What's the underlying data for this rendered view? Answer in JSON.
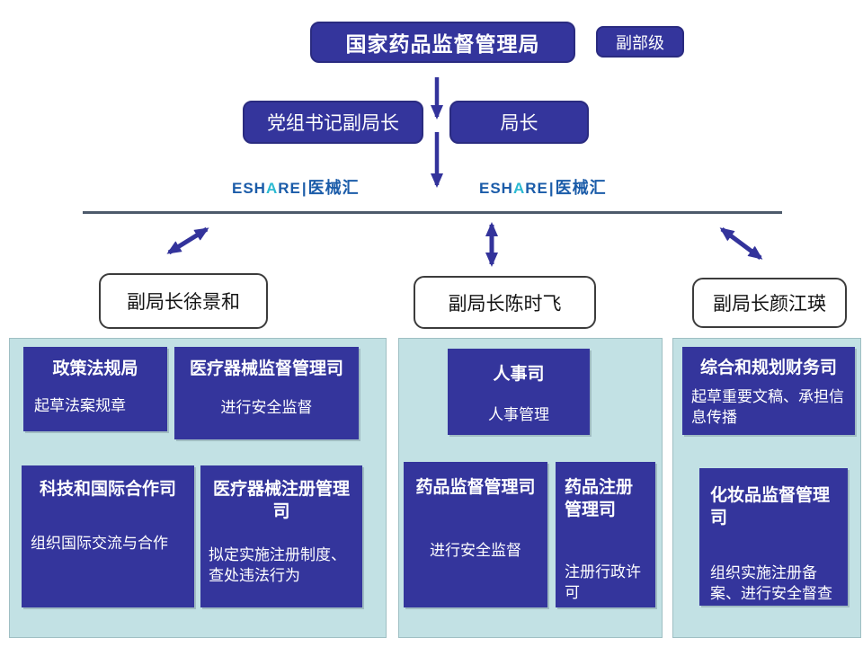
{
  "colors": {
    "box_blue": "#34359C",
    "box_border": "#2A2B80",
    "panel_light_blue": "#C2E1E4",
    "arrow_blue": "#33339B",
    "divider_gray": "#4D5A6B",
    "logo_blue": "#1B5CA9",
    "logo_cyan": "#2BBAD2",
    "deputy_border": "#3C3C3C"
  },
  "top": {
    "agency": "国家药品监督管理局",
    "rank": "副部级"
  },
  "level2": {
    "party_secretary": "党组书记副局长",
    "director": "局长"
  },
  "watermark": {
    "prefix": "ESH",
    "accent_letter": "A",
    "suffix": "RE",
    "separator": "|",
    "brand": "医械汇"
  },
  "deputies": [
    {
      "name": "副局长徐景和"
    },
    {
      "name": "副局长陈时飞"
    },
    {
      "name": "副局长颜江瑛"
    }
  ],
  "panels": [
    {
      "items": [
        {
          "title": "政策法规局",
          "desc": "起草法案规章"
        },
        {
          "title": "医疗器械监督管理司",
          "desc": "进行安全监督"
        },
        {
          "title": "科技和国际合作司",
          "desc": "组织国际交流与合作"
        },
        {
          "title": "医疗器械注册管理司",
          "desc": "拟定实施注册制度、查处违法行为"
        }
      ]
    },
    {
      "items": [
        {
          "title": "人事司",
          "desc": "人事管理"
        },
        {
          "title": "药品监督管理司",
          "desc": "进行安全监督"
        },
        {
          "title": "药品注册管理司",
          "desc": "注册行政许可"
        }
      ]
    },
    {
      "items": [
        {
          "title": "综合和规划财务司",
          "desc": "起草重要文稿、承担信息传播"
        },
        {
          "title": "化妆品监督管理司",
          "desc": "组织实施注册备案、进行安全督查"
        }
      ]
    }
  ]
}
